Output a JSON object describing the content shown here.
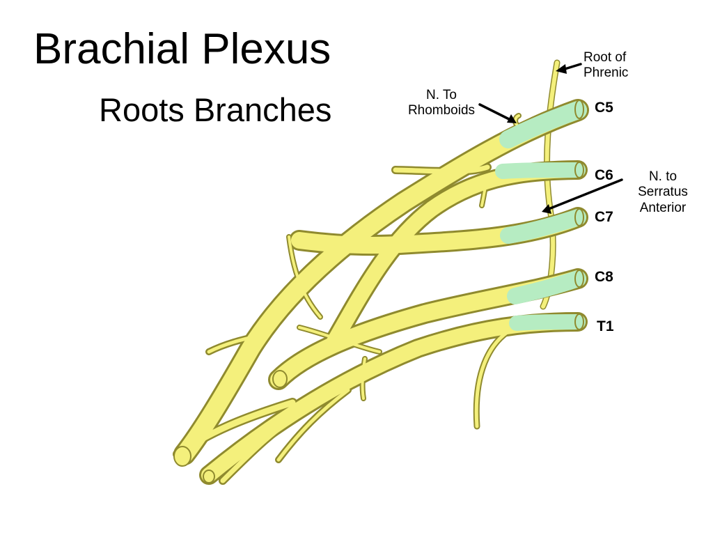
{
  "title": "Brachial Plexus",
  "subtitle": "Roots Branches",
  "labels": {
    "root_of_phrenic": [
      "Root of",
      "Phrenic"
    ],
    "n_to_rhomboids": [
      "N. To",
      "Rhomboids"
    ],
    "n_to_serratus_anterior": [
      "N. to",
      "Serratus",
      "Anterior"
    ]
  },
  "roots": [
    "C5",
    "C6",
    "C7",
    "C8",
    "T1"
  ],
  "colors": {
    "nerve": "#f4f07c",
    "nerve_outline": "#8f8a2e",
    "root_highlight": "#b6ecc2",
    "arrow": "#000000",
    "background": "#ffffff"
  }
}
